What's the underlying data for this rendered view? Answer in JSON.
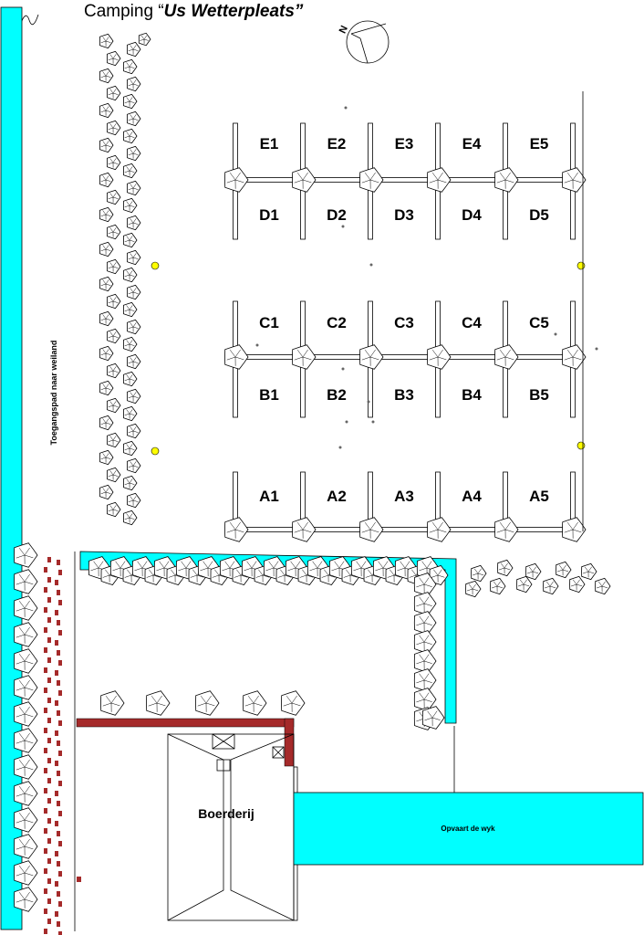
{
  "title": {
    "prefix": "Camping “",
    "name": "Us Wetterpleats",
    "suffix": "”"
  },
  "compass_letter": "N",
  "plots": {
    "row_e": [
      "E1",
      "E2",
      "E3",
      "E4",
      "E5"
    ],
    "row_d": [
      "D1",
      "D2",
      "D3",
      "D4",
      "D5"
    ],
    "row_c": [
      "C1",
      "C2",
      "C3",
      "C4",
      "C5"
    ],
    "row_b": [
      "B1",
      "B2",
      "B3",
      "B4",
      "B5"
    ],
    "row_a": [
      "A1",
      "A2",
      "A3",
      "A4",
      "A5"
    ]
  },
  "labels": {
    "path": "Toegangspad naar weiland",
    "farm": "Boerderij",
    "canal": "Opvaart de wyk"
  },
  "colors": {
    "water": "#00ffff",
    "lamp": "#ffff00",
    "hedge": "#a52a2a"
  }
}
